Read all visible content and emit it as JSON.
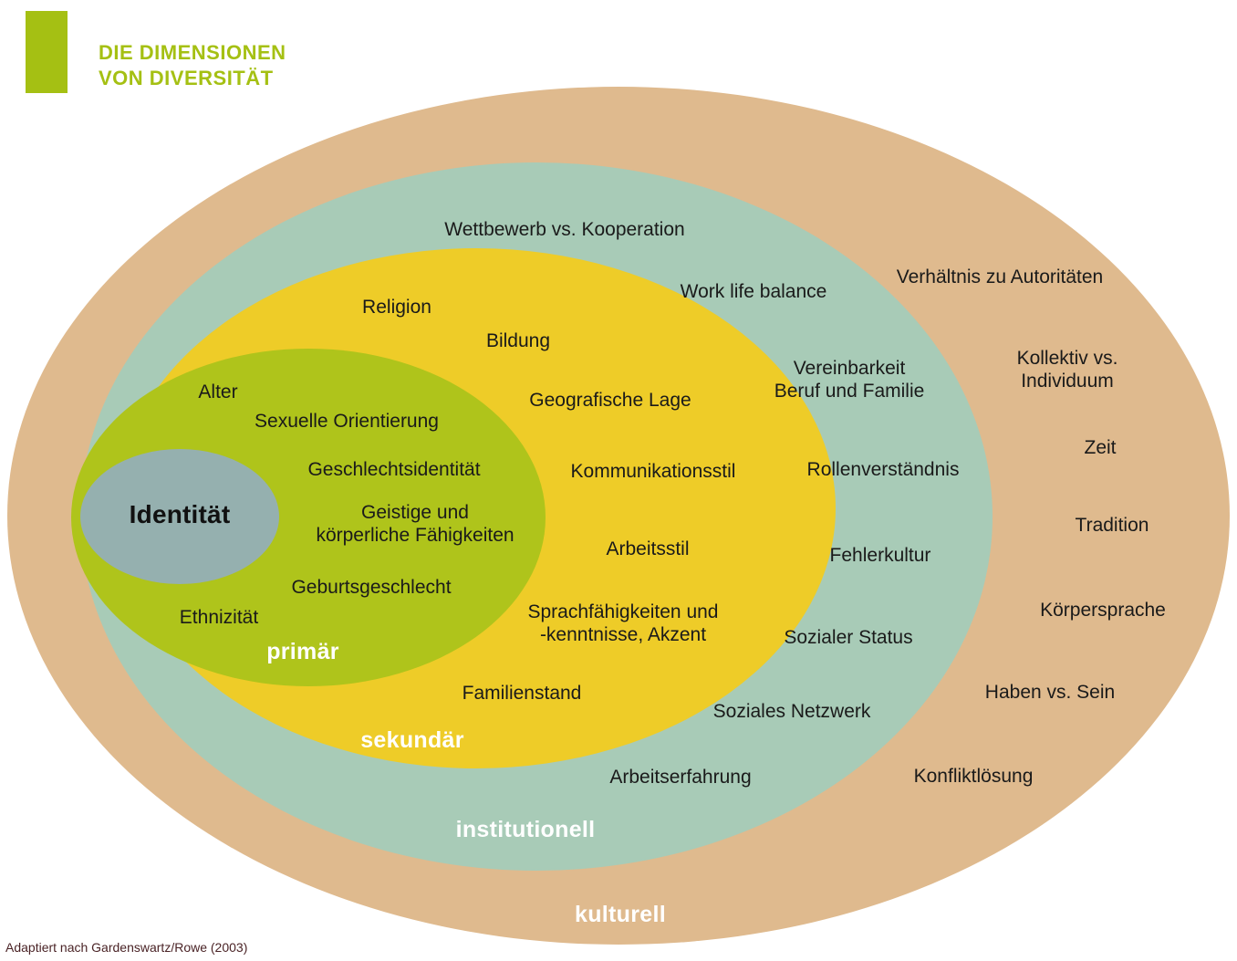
{
  "header": {
    "title_line1": "DIE DIMENSIONEN",
    "title_line2": "VON DIVERSITÄT",
    "accent_color": "#A5C013"
  },
  "footer": {
    "attribution": "Adaptiert nach Gardenswartz/Rowe (2003)"
  },
  "colors": {
    "cultural": "#DFBA8E",
    "institutional": "#A8CBB7",
    "secondary": "#EECC28",
    "primary": "#AFC41B",
    "identity": "#95B0AF",
    "accent_green": "#A5C013",
    "label_text": "#1a1a1a",
    "ring_name_text": "#FFFFFF",
    "footer_text": "#4a2326"
  },
  "chart_data": {
    "type": "diagram",
    "title": "DIE DIMENSIONEN VON DIVERSITÄT",
    "subtitle": "",
    "layout": "concentric-ellipses",
    "source": "Adaptiert nach Gardenswartz/Rowe (2003)",
    "rings": [
      {
        "name": "Identität",
        "ring_label": "Identität",
        "color": "#95B0AF",
        "level": 0,
        "items": []
      },
      {
        "name": "primär",
        "ring_label": "primär",
        "color": "#AFC41B",
        "level": 1,
        "items": [
          "Alter",
          "Sexuelle Orientierung",
          "Geschlechtsidentität",
          "Geistige und körperliche Fähigkeiten",
          "Geburtsgeschlecht",
          "Ethnizität"
        ]
      },
      {
        "name": "sekundär",
        "ring_label": "sekundär",
        "color": "#EECC28",
        "level": 2,
        "items": [
          "Religion",
          "Bildung",
          "Geografische Lage",
          "Kommunikationsstil",
          "Arbeitsstil",
          "Sprachfähigkeiten und -kenntnisse, Akzent",
          "Familienstand"
        ]
      },
      {
        "name": "institutionell",
        "ring_label": "institutionell",
        "color": "#A8CBB7",
        "level": 3,
        "items": [
          "Wettbewerb vs. Kooperation",
          "Work life balance",
          "Vereinbarkeit Beruf und Familie",
          "Rollenverständnis",
          "Fehlerkultur",
          "Sozialer Status",
          "Soziales Netzwerk",
          "Arbeitserfahrung"
        ]
      },
      {
        "name": "kulturell",
        "ring_label": "kulturell",
        "color": "#DFBA8E",
        "level": 4,
        "items": [
          "Verhältnis zu Autoritäten",
          "Kollektiv vs. Individuum",
          "Zeit",
          "Tradition",
          "Körpersprache",
          "Haben vs. Sein",
          "Konfliktlösung"
        ]
      }
    ]
  },
  "ring_names": {
    "identity": "Identität",
    "primary": "primär",
    "secondary": "sekundär",
    "institutional": "institutionell",
    "cultural": "kulturell"
  },
  "labels": {
    "primary": {
      "alter": "Alter",
      "sexuelle_orientierung": "Sexuelle Orientierung",
      "geschlechtsidentitaet": "Geschlechtsidentität",
      "faehigkeiten": "Geistige und\nkörperliche Fähigkeiten",
      "geburtsgeschlecht": "Geburtsgeschlecht",
      "ethnizitaet": "Ethnizität"
    },
    "secondary": {
      "religion": "Religion",
      "bildung": "Bildung",
      "geografische_lage": "Geografische Lage",
      "kommunikationsstil": "Kommunikationsstil",
      "arbeitsstil": "Arbeitsstil",
      "sprachfaehigkeiten": "Sprachfähigkeiten und\n-kenntnisse, Akzent",
      "familienstand": "Familienstand"
    },
    "institutional": {
      "wettbewerb": "Wettbewerb vs. Kooperation",
      "work_life_balance": "Work life balance",
      "vereinbarkeit": "Vereinbarkeit\nBeruf und Familie",
      "rollenverstaendnis": "Rollenverständnis",
      "fehlerkultur": "Fehlerkultur",
      "sozialer_status": "Sozialer Status",
      "soziales_netzwerk": "Soziales Netzwerk",
      "arbeitserfahrung": "Arbeitserfahrung"
    },
    "cultural": {
      "verhaeltnis_autoritaeten": "Verhältnis zu Autoritäten",
      "kollektiv_individuum": "Kollektiv vs. Individuum",
      "zeit": "Zeit",
      "tradition": "Tradition",
      "koerpersprache": "Körpersprache",
      "haben_sein": "Haben vs. Sein",
      "konfliktloesung": "Konfliktlösung"
    }
  }
}
